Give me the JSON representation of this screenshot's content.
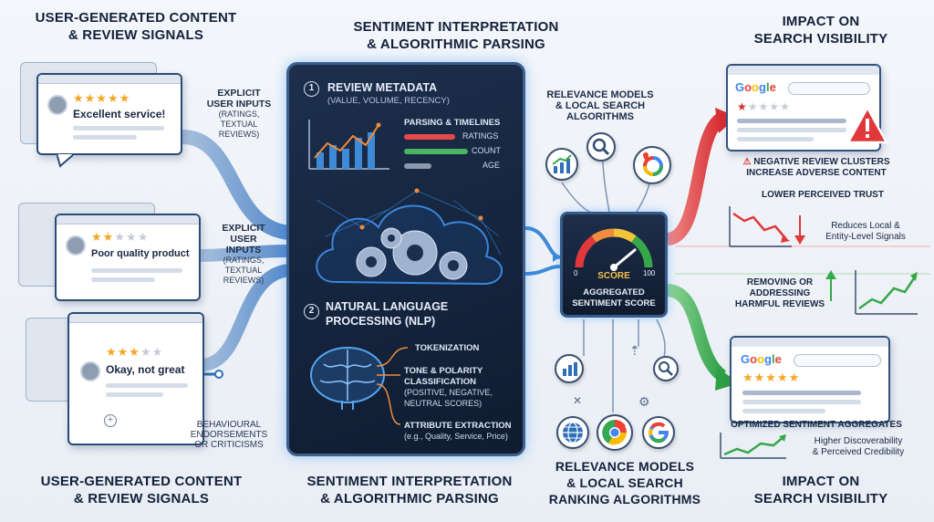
{
  "headings": {
    "top_left": [
      "USER-GENERATED CONTENT",
      "& REVIEW SIGNALS"
    ],
    "top_center": [
      "SENTIMENT INTERPRETATION",
      "& ALGORITHMIC PARSING"
    ],
    "top_right": [
      "IMPACT ON",
      "SEARCH VISIBILITY"
    ],
    "bottom_left": [
      "USER-GENERATED CONTENT",
      "& REVIEW SIGNALS"
    ],
    "bottom_center": [
      "SENTIMENT INTERPRETATION",
      "& ALGORITHMIC PARSING"
    ],
    "bottom_mid_right": [
      "RELEVANCE MODELS",
      "& LOCAL SEARCH",
      "RANKING ALGORITHMS"
    ],
    "bottom_right": [
      "IMPACT ON",
      "SEARCH VISIBILITY"
    ]
  },
  "reviews": [
    {
      "text": "Excellent service!",
      "stars": 5
    },
    {
      "text": "Poor quality product",
      "stars": 2
    },
    {
      "text": "Okay, not great",
      "stars": 3
    }
  ],
  "left_labels": {
    "explicit_1": [
      "EXPLICIT",
      "USER INPUTS",
      "(RATINGS, TEXTUAL",
      "REVIEWS)"
    ],
    "explicit_2": [
      "EXPLICIT",
      "USER INPUTS",
      "(RATINGS,",
      "TEXTUAL",
      "REVIEWS)"
    ],
    "behavioural": [
      "BEHAVIOURAL",
      "ENDORSEMENTS",
      "OR CRITICISMS"
    ]
  },
  "center": {
    "step1_num": "1",
    "step1_title": "REVIEW METADATA",
    "step1_sub": "(VALUE, VOLUME, RECENCY)",
    "parsing_label": "PARSING & TIMELINES",
    "metric_labels": [
      "RATINGS",
      "COUNT",
      "AGE"
    ],
    "step2_num": "2",
    "step2_title": [
      "NATURAL LANGUAGE",
      "PROCESSING (NLP)"
    ],
    "nlp_items": {
      "tokenization": "TOKENIZATION",
      "tone": [
        "TONE & POLARITY",
        "CLASSIFICATION",
        "(POSITIVE, NEGATIVE,",
        "NEUTRAL SCORES)"
      ],
      "attribute": "ATTRIBUTE EXTRACTION",
      "attribute_sub": "(e.g., Quality, Service, Price)"
    }
  },
  "relevance_top": [
    "RELEVANCE MODELS",
    "& LOCAL SEARCH",
    "ALGORITHMS"
  ],
  "gauge": {
    "min_label": "0",
    "max_label": "100",
    "score_label": "SCORE",
    "title": [
      "AGGREGATED",
      "SENTIMENT SCORE"
    ],
    "value_fraction": 0.78
  },
  "right": {
    "google_label": "Google",
    "negative": [
      "NEGATIVE REVIEW CLUSTERS",
      "INCREASE ADVERSE CONTENT"
    ],
    "lower_trust": "LOWER PERCEIVED TRUST",
    "reduces": [
      "Reduces Local &",
      "Entity-Level Signals"
    ],
    "removing": [
      "REMOVING OR",
      "ADDRESSING",
      "HARMFUL REVIEWS"
    ],
    "optimized": "OPTIMIZED SENTIMENT AGGREGATES",
    "higher": [
      "Higher Discoverability",
      "& Perceived Credibility"
    ],
    "top_card_stars": 1,
    "bottom_card_stars": 5
  },
  "colors": {
    "negative": "#e0383b",
    "positive": "#36a84a",
    "flow": "#2f6fb8",
    "star": "#f5a623"
  }
}
